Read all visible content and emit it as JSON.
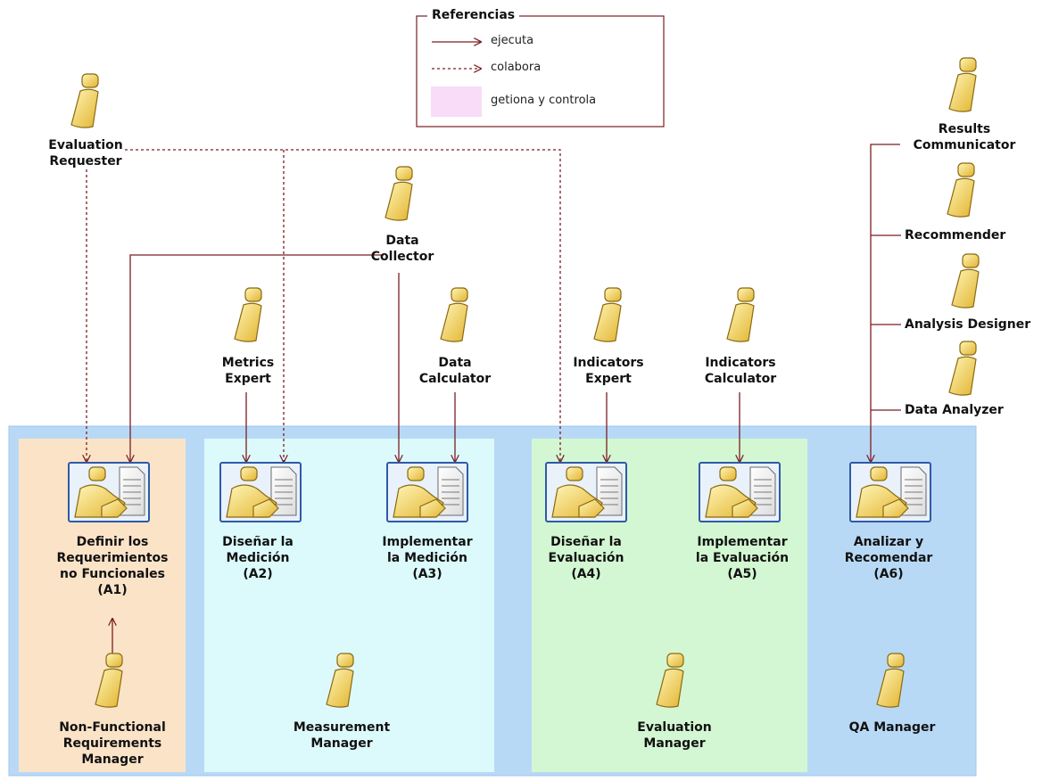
{
  "legend": {
    "title": "Referencias",
    "executes": "ejecuta",
    "collaborates": "colabora",
    "manages": "getiona y controla"
  },
  "actors": {
    "evaluation_requester": [
      "Evaluation",
      "Requester"
    ],
    "data_collector": [
      "Data",
      "Collector"
    ],
    "metrics_expert": [
      "Metrics",
      "Expert"
    ],
    "data_calculator": [
      "Data",
      "Calculator"
    ],
    "indicators_expert": [
      "Indicators",
      "Expert"
    ],
    "indicators_calculator": [
      "Indicators",
      "Calculator"
    ],
    "results_communicator": [
      "Results",
      "Communicator"
    ],
    "recommender": "Recommender",
    "analysis_designer": "Analysis Designer",
    "data_analyzer": "Data Analyzer"
  },
  "activities": {
    "a1": [
      "Definir los",
      "Requerimientos",
      "no Funcionales",
      "(A1)"
    ],
    "a2": [
      "Diseñar la",
      "Medición",
      "(A2)"
    ],
    "a3": [
      "Implementar",
      "la Medición",
      "(A3)"
    ],
    "a4": [
      "Diseñar la",
      "Evaluación",
      "(A4)"
    ],
    "a5": [
      "Implementar",
      "la Evaluación",
      "(A5)"
    ],
    "a6": [
      "Analizar y",
      "Recomendar",
      "(A6)"
    ]
  },
  "managers": {
    "nfr_manager": [
      "Non-Functional",
      "Requirements",
      "Manager"
    ],
    "measurement_manager": [
      "Measurement",
      "Manager"
    ],
    "evaluation_manager": [
      "Evaluation",
      "Manager"
    ],
    "qa_manager": "QA Manager"
  },
  "colors": {
    "outer_region": "#b8d9f5",
    "nfr_panel": "#fbe3c8",
    "measurement_panel": "#dcfafc",
    "evaluation_panel": "#d3f7d2",
    "legend_swatch": "#f8dcf8",
    "arrow": "#7a1e22"
  }
}
